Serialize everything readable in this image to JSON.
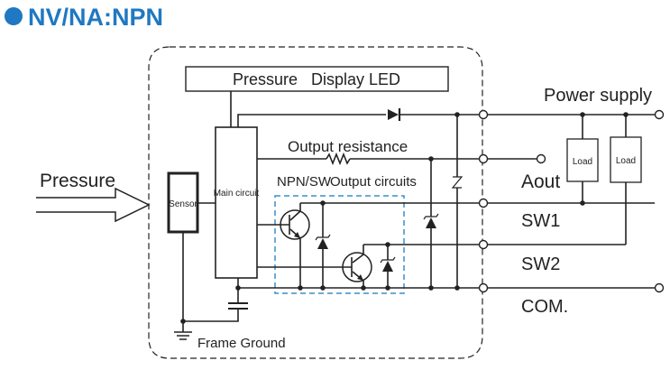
{
  "title": "NV/NA:NPN",
  "colors": {
    "accent": "#1f78c1",
    "output_box": "#3a8fc8",
    "ink": "#222222"
  },
  "labels": {
    "pressure_display_led": "Pressure   Display LED",
    "power_supply": "Power supply",
    "output_resistance": "Output resistance",
    "npn_sw": "NPN/SW",
    "output_circuits": "Output circuits",
    "pressure": "Pressure",
    "sensor": "Sensor",
    "main_circuit": "Main circuit",
    "load_1": "Load",
    "load_2": "Load",
    "aout": "Aout",
    "sw1": "SW1",
    "sw2": "SW2",
    "com": "COM.",
    "frame_ground": "Frame Ground"
  }
}
